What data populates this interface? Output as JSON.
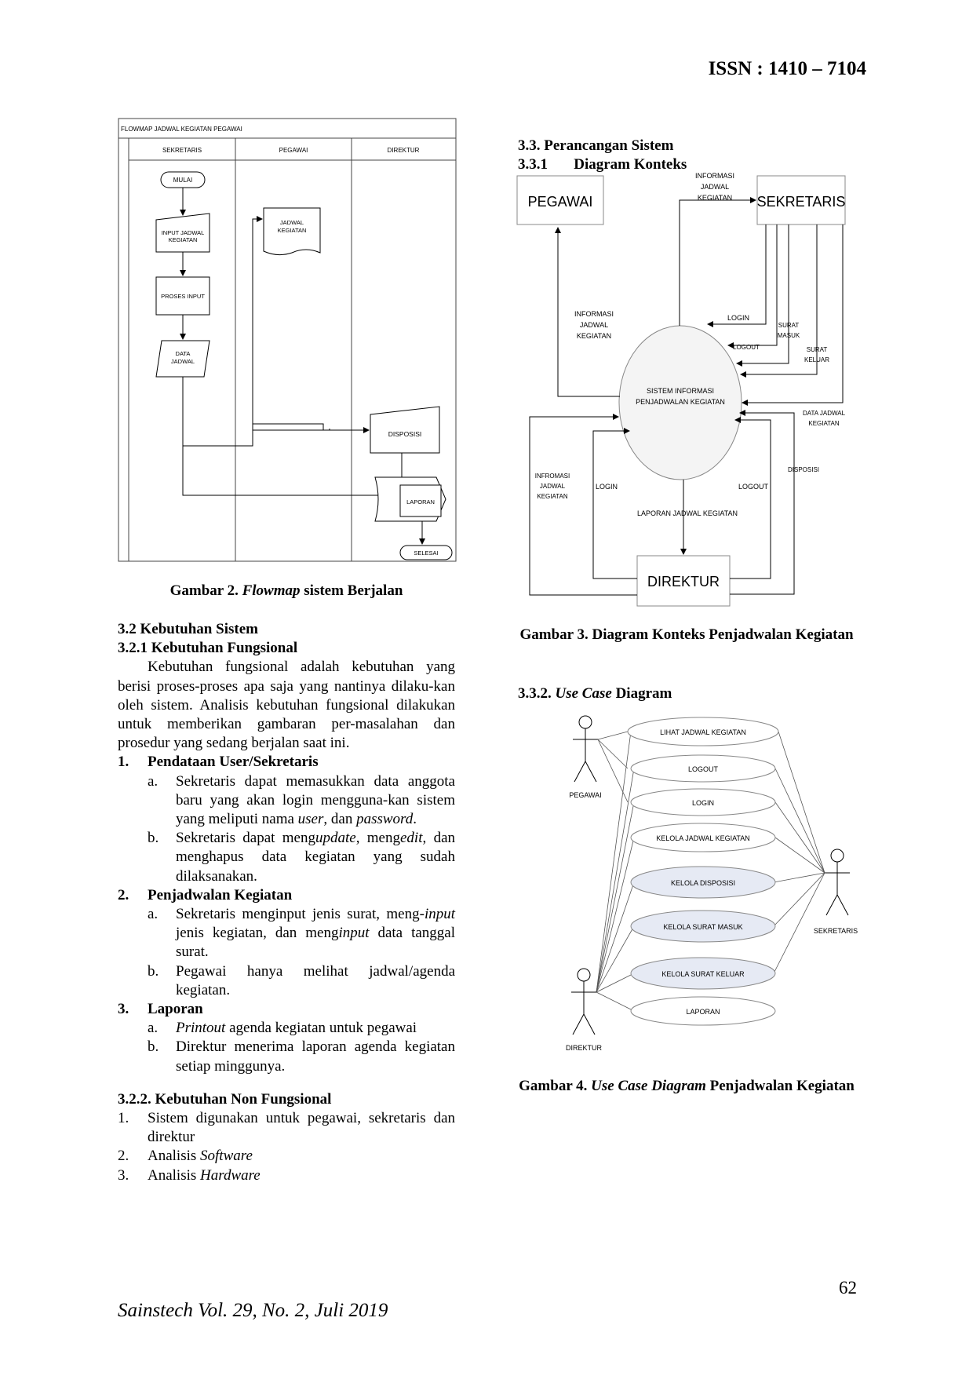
{
  "header": {
    "issn": "ISSN : 1410 – 7104"
  },
  "footer": {
    "journal": "Sainstech Vol. 29, No. 2, Juli 2019",
    "page": "62"
  },
  "flowmap": {
    "title": "FLOWMAP JADWAL KEGIATAN PEGAWAI",
    "lanes": [
      "SEKRETARIS",
      "PEGAWAI",
      "DIREKTUR"
    ],
    "nodes": {
      "mulai": "MULAI",
      "input_line1": "INPUT JADWAL",
      "input_line2": "KEGIATAN",
      "proses": "PROSES INPUT",
      "data_line1": "DATA",
      "data_line2": "JADWAL",
      "jadwal_line1": "JADWAL",
      "jadwal_line2": "KEGIATAN",
      "disposisi": "DISPOSISI",
      "laporan": "LAPORAN",
      "selesai": "SELESAI"
    },
    "caption_prefix": "Gambar 2. ",
    "caption_italic": "Flowmap",
    "caption_suffix": " sistem Berjalan"
  },
  "section32": {
    "heading": "3.2  Kebutuhan Sistem",
    "sub_heading": "3.2.1   Kebutuhan Fungsional",
    "intro": "Kebutuhan fungsional adalah kebutuhan yang berisi proses-proses apa saja yang nantinya dilaku-kan oleh sistem. Analisis kebutuhan fungsional dilakukan untuk memberikan gambaran per-masalahan dan prosedur yang sedang berjalan saat ini.",
    "item1": {
      "num": "1.",
      "title": "Pendataan User/Sekretaris",
      "a_pre": "Sekretaris dapat memasukkan data anggota baru yang akan login mengguna-kan sistem yang meliputi nama ",
      "a_user": "user",
      "a_mid": ", dan ",
      "a_pass": "password",
      "a_end": ".",
      "b_pre": "Sekretaris dapat meng",
      "b_update": "update",
      "b_mid": ", meng",
      "b_edit": "edit",
      "b_end": ", dan menghapus data kegiatan yang sudah dilaksanakan."
    },
    "item2": {
      "num": "2.",
      "title": "Penjadwalan Kegiatan",
      "a_pre": "Sekretaris menginput jenis surat, meng-",
      "a_input1": "input",
      "a_mid": " jenis kegiatan, dan meng",
      "a_input2": "input",
      "a_end": " data tanggal surat.",
      "b": "Pegawai hanya melihat jadwal/agenda kegiatan."
    },
    "item3": {
      "num": "3.",
      "title": "Laporan",
      "a_it": "Printout",
      "a_rest": " agenda kegiatan untuk pegawai",
      "b": "Direktur menerima laporan agenda kegiatan setiap minggunya."
    },
    "nf_heading": "3.2.2.  Kebutuhan Non Fungsional",
    "nf1": "Sistem digunakan untuk pegawai, sekretaris dan direktur",
    "nf2_pre": "Analisis ",
    "nf2_it": "Software",
    "nf3_pre": "Analisis ",
    "nf3_it": "Hardware"
  },
  "section33": {
    "heading": "3.3. Perancangan Sistem",
    "sub_heading": "3.3.1       Diagram Konteks",
    "context": {
      "pegawai": "PEGAWAI",
      "sekretaris": "SEKRETARIS",
      "direktur": "DIREKTUR",
      "center1": "SISTEM INFORMASI",
      "center2": "PENJADWALAN KEGIATAN",
      "info_top": [
        "INFORMASI",
        "JADWAL",
        "KEGIATAN"
      ],
      "info_left": [
        "INFORMASI",
        "JADWAL",
        "KEGIATAN"
      ],
      "login_s": "LOGIN",
      "logout_s": "LOGOUT",
      "surat_masuk": [
        "SURAT",
        "MASUK"
      ],
      "surat_keluar": [
        "SURAT",
        "KELUAR"
      ],
      "data_jadwal": [
        "DATA JADWAL",
        "KEGIATAN"
      ],
      "disposisi": "DISPOSISI",
      "info_dir": [
        "INFROMASI",
        "JADWAL",
        "KEGIATAN"
      ],
      "login_d": "LOGIN",
      "logout_d": "LOGOUT",
      "laporan": "LAPORAN JADWAL  KEGIATAN"
    },
    "caption3": "Gambar 3. Diagram Konteks Penjadwalan Kegiatan",
    "usecase_heading_num": "3.3.2.  ",
    "usecase_heading_it": "Use Case",
    "usecase_heading_rest": " Diagram",
    "usecase": {
      "actors": {
        "pegawai": "PEGAWAI",
        "sekretaris": "SEKRETARIS",
        "direktur": "DIREKTUR"
      },
      "cases": [
        "LIHAT JADWAL KEGIATAN",
        "LOGOUT",
        "LOGIN",
        "KELOLA JADWAL KEGIATAN",
        "KELOLA DISPOSISI",
        "KELOLA SURAT MASUK",
        "KELOLA SURAT KELUAR",
        "LAPORAN"
      ]
    },
    "caption4_prefix": "Gambar 4. ",
    "caption4_it": "Use Case Diagram",
    "caption4_suffix": " Penjadwalan Kegiatan"
  }
}
